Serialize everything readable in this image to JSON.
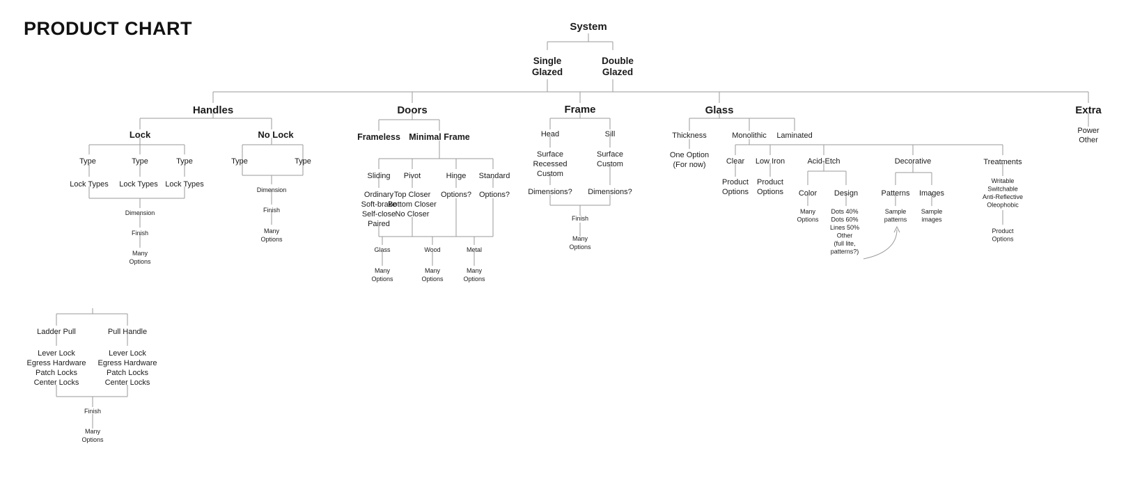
{
  "title": "PRODUCT CHART",
  "colors": {
    "text": "#1a1a1a",
    "line": "#9a9a9a",
    "background": "#ffffff"
  },
  "nodes": {
    "system": "System",
    "single_glazed": [
      "Single",
      "Glazed"
    ],
    "double_glazed": [
      "Double",
      "Glazed"
    ],
    "handles": "Handles",
    "doors": "Doors",
    "frame": "Frame",
    "glass": "Glass",
    "extra": "Extra",
    "extra_items": [
      "Power",
      "Other"
    ],
    "handles_tree": {
      "lock": "Lock",
      "no_lock": "No Lock",
      "lock_type_1": "Type",
      "lock_type_2": "Type",
      "lock_type_3": "Type",
      "lock_types_1": "Lock Types",
      "lock_types_2": "Lock Types",
      "lock_types_3": "Lock Types",
      "lock_dimension": "Dimension",
      "lock_finish": "Finish",
      "lock_many_options": [
        "Many",
        "Options"
      ],
      "nolock_type_1": "Type",
      "nolock_type_2": "Type",
      "nolock_dimension": "Dimension",
      "nolock_finish": "Finish",
      "nolock_many_options": [
        "Many",
        "Options"
      ]
    },
    "doors_tree": {
      "frameless": "Frameless",
      "minimal_frame": "Minimal Frame",
      "sliding": "Sliding",
      "pivot": "Pivot",
      "hinge": "Hinge",
      "standard": "Standard",
      "sliding_options": [
        "Ordinary",
        "Soft-brake",
        "Self-close",
        "Paired"
      ],
      "pivot_options": [
        "Top Closer",
        "Bottom Closer",
        "No Closer"
      ],
      "hinge_options": "Options?",
      "standard_options": "Options?",
      "glass": "Glass",
      "wood": "Wood",
      "metal": "Metal",
      "glass_many": [
        "Many",
        "Options"
      ],
      "wood_many": [
        "Many",
        "Options"
      ],
      "metal_many": [
        "Many",
        "Options"
      ]
    },
    "frame_tree": {
      "head": "Head",
      "sill": "Sill",
      "head_surface": [
        "Surface",
        "Recessed",
        "Custom"
      ],
      "sill_surface": [
        "Surface",
        "Custom"
      ],
      "head_dimensions": "Dimensions?",
      "sill_dimensions": "Dimensions?",
      "finish": "Finish",
      "many_options": [
        "Many",
        "Options"
      ]
    },
    "glass_tree": {
      "thickness": "Thickness",
      "monolithic": "Monolithic",
      "laminated": "Laminated",
      "thickness_option": [
        "One Option",
        "(For now)"
      ],
      "clear": "Clear",
      "low_iron": "Low Iron",
      "acid_etch": "Acid-Etch",
      "decorative": "Decorative",
      "treatments": "Treatments",
      "clear_options": [
        "Product",
        "Options"
      ],
      "low_iron_options": [
        "Product",
        "Options"
      ],
      "color": "Color",
      "design": "Design",
      "color_options": [
        "Many",
        "Options"
      ],
      "design_options": [
        "Dots 40%",
        "Dots 60%",
        "Lines 50%",
        "Other",
        "(full lite,",
        "patterns?)"
      ],
      "patterns": "Patterns",
      "images": "Images",
      "patterns_samples": [
        "Sample",
        "patterns"
      ],
      "images_samples": [
        "Sample",
        "images"
      ],
      "treatment_items": [
        "Writable",
        "Switchable",
        "Anti-Reflective",
        "Oleophobic"
      ],
      "treatment_options": [
        "Product",
        "Options"
      ]
    },
    "pull_tree": {
      "ladder_pull": "Ladder Pull",
      "pull_handle": "Pull Handle",
      "ladder_options": [
        "Lever Lock",
        "Egress Hardware",
        "Patch Locks",
        "Center Locks"
      ],
      "pull_options": [
        "Lever Lock",
        "Egress Hardware",
        "Patch Locks",
        "Center Locks"
      ],
      "finish": "Finish",
      "many_options": [
        "Many",
        "Options"
      ]
    }
  }
}
